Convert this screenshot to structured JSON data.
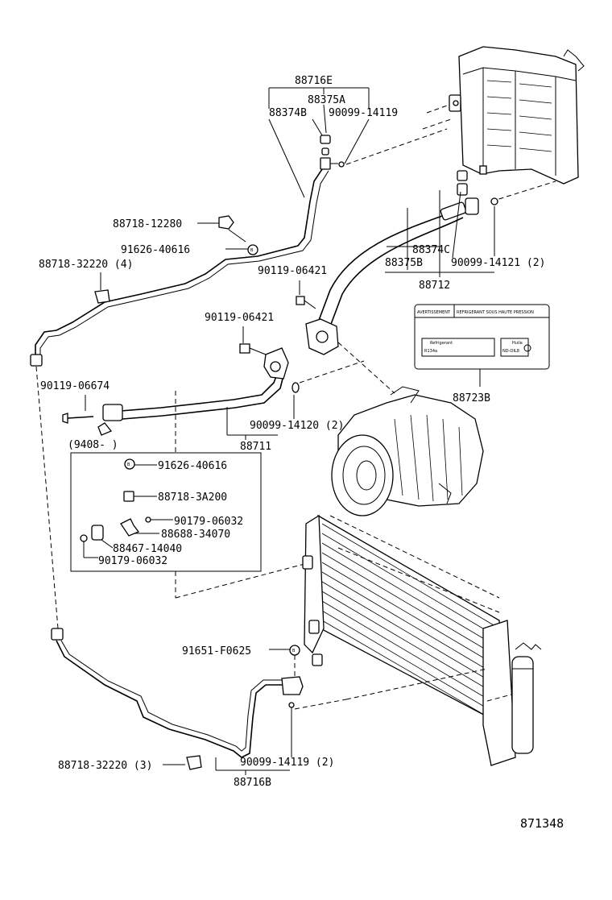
{
  "diagram_id": "871348",
  "labels": {
    "p88716E": "88716E",
    "p88375A": "88375A",
    "p88374B": "88374B",
    "p90099_14119_top": "90099-14119",
    "p88718_12280": "88718-12280",
    "p91626_40616_top": "91626-40616",
    "p88718_32220_4": "88718-32220 (4)",
    "p90119_06421_a": "90119-06421",
    "p90119_06421_b": "90119-06421",
    "p88374C": "88374C",
    "p88375B": "88375B",
    "p90099_14121_2": "90099-14121 (2)",
    "p88712": "88712",
    "p88723B": "88723B",
    "p90119_06674": "90119-06674",
    "p90099_14120_2": "90099-14120 (2)",
    "p88711": "88711",
    "p9408": "(9408-      )",
    "p91626_40616_box": "91626-40616",
    "p88718_3A200": "88718-3A200",
    "p90179_06032_a": "90179-06032",
    "p88688_34070": "88688-34070",
    "p88467_14040": "88467-14040",
    "p90179_06032_b": "90179-06032",
    "p91651_F0625": "91651-F0625",
    "p88718_32220_3": "88718-32220 (3)",
    "p90099_14119_2": "90099-14119 (2)",
    "p88716B": "88716B"
  },
  "warning_label": {
    "header_left": "AVERTISSEMENT",
    "header_right": "REFRIGERANT SOUS HAUTE PRESSION",
    "refrigerant_caption": "Refrigerant",
    "refrigerant_value": "R134a",
    "oil_caption": "Huile",
    "oil_value": "ND-OIL8"
  },
  "bolt_symbol": "B"
}
